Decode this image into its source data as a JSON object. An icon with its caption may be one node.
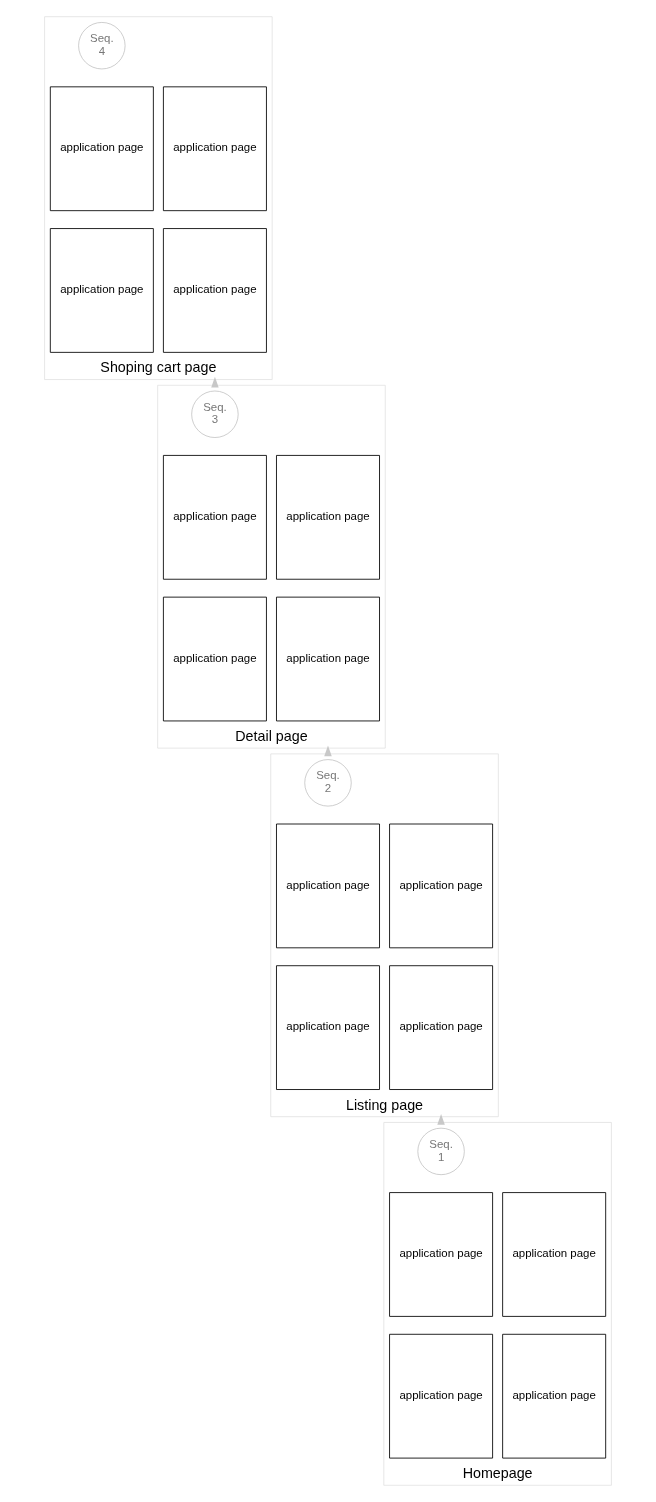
{
  "diagram": {
    "nodes": [
      {
        "text": [
          "Homepage"
        ]
      },
      {
        "text": [
          "Seq.",
          "1"
        ],
        "in": 0
      },
      {
        "text": [
          "application page"
        ],
        "in": 0
      },
      {
        "text": [
          "application page"
        ],
        "in": 0
      },
      {
        "text": [
          "application page"
        ],
        "in": 0
      },
      {
        "text": [
          "application page"
        ],
        "in": 0
      },
      {
        "text": [
          "Listing page"
        ]
      },
      {
        "text": [
          "Seq.",
          "2"
        ],
        "in": 6
      },
      {
        "text": [
          "application page"
        ],
        "in": 6
      },
      {
        "text": [
          "application page"
        ],
        "in": 6
      },
      {
        "text": [
          "application page"
        ],
        "in": 6
      },
      {
        "text": [
          "application page"
        ],
        "in": 6
      },
      {
        "text": [
          "Detail page"
        ]
      },
      {
        "text": [
          "Seq.",
          "3"
        ],
        "in": 12
      },
      {
        "text": [
          "application page"
        ],
        "in": 12
      },
      {
        "text": [
          "application page"
        ],
        "in": 12
      },
      {
        "text": [
          "application page"
        ],
        "in": 12
      },
      {
        "text": [
          "application page"
        ],
        "in": 12
      },
      {
        "text": [
          "Shoping cart page"
        ]
      },
      {
        "text": [
          "Seq.",
          "4"
        ],
        "in": 18
      },
      {
        "text": [
          "application page"
        ],
        "in": 18
      },
      {
        "text": [
          "application page"
        ],
        "in": 18
      },
      {
        "text": [
          "application page"
        ],
        "in": 18
      },
      {
        "text": [
          "application page"
        ],
        "in": 18
      }
    ],
    "edges": [
      {
        "from": 0,
        "to": 6,
        "arrow": "to"
      },
      {
        "from": 6,
        "to": 12,
        "arrow": "to"
      },
      {
        "from": 12,
        "to": 18,
        "arrow": "to"
      }
    ]
  }
}
